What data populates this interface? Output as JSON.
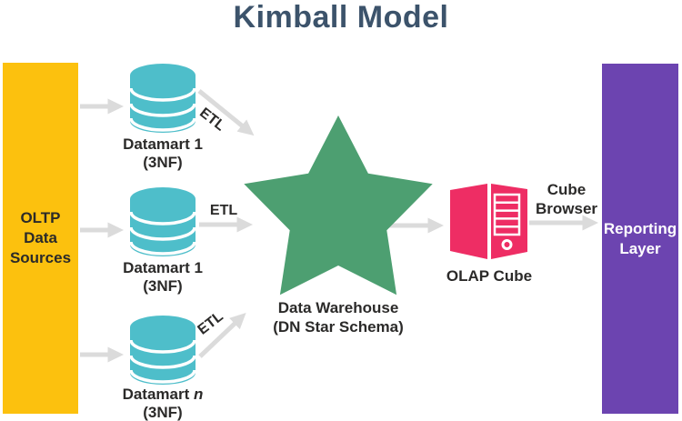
{
  "title": "Kimball Model",
  "nodes": {
    "oltp": "OLTP Data Sources",
    "reporting": "Reporting Layer",
    "datamarts": [
      {
        "name": "Datamart 1",
        "suffix": "",
        "sub": "(3NF)"
      },
      {
        "name": "Datamart 1",
        "suffix": "",
        "sub": "(3NF)"
      },
      {
        "name": "Datamart",
        "suffix": "n",
        "sub": "(3NF)"
      }
    ],
    "warehouse_line1": "Data Warehouse",
    "warehouse_line2": "(DN Star Schema)",
    "olap": "OLAP Cube",
    "cube_browser_line1": "Cube",
    "cube_browser_line2": "Browser"
  },
  "edges": {
    "etl_top": "ETL",
    "etl_middle": "ETL",
    "etl_bottom": "ETL"
  },
  "icons": {
    "datamart": "database-cylinder-icon",
    "warehouse": "star-icon",
    "olap": "server-icon"
  },
  "colors": {
    "title_navy": "#3C536B",
    "text_dark": "#2B2A29",
    "oltp_yellow": "#FCC10E",
    "datamart_teal": "#4EBECA",
    "star_green": "#4D9F71",
    "olap_pink": "#EE2D64",
    "reporting_purple": "#6C44B0",
    "arrow_gray": "#DBDBDB"
  }
}
